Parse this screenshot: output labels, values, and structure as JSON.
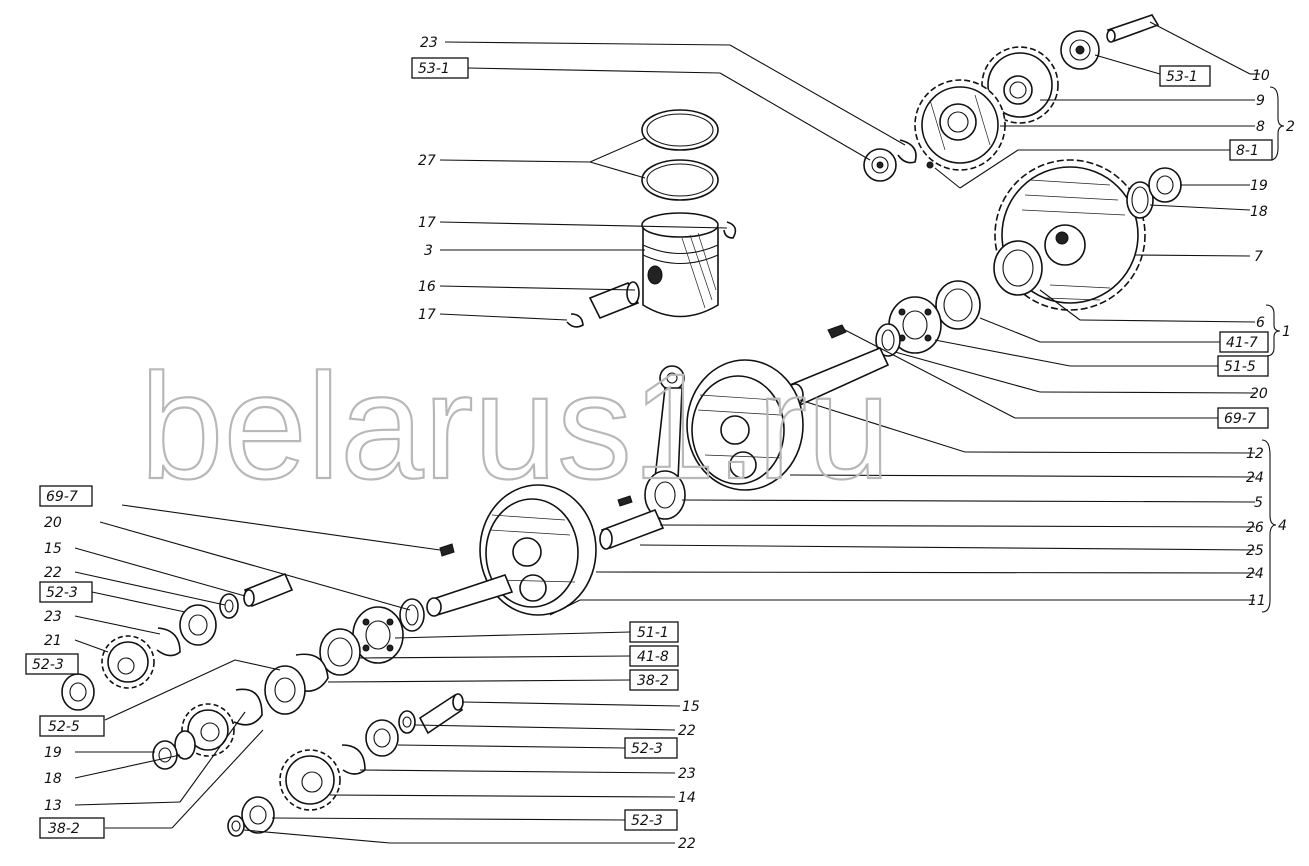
{
  "watermark": "belarus1.ru",
  "labels": {
    "l23a": "23",
    "b53_1a": "53-1",
    "b53_1b": "53-1",
    "l10": "10",
    "l9": "9",
    "l8": "8",
    "b8_1": "8-1",
    "l2": "2",
    "l27": "27",
    "l17a": "17",
    "l3": "3",
    "l16": "16",
    "l17b": "17",
    "l19a": "19",
    "l18a": "18",
    "l7": "7",
    "l6": "6",
    "b41_7": "41-7",
    "l1": "1",
    "b51_5": "51-5",
    "l20a": "20",
    "b69_7a": "69-7",
    "l12": "12",
    "l24a": "24",
    "l5": "5",
    "l26": "26",
    "l4": "4",
    "l25": "25",
    "l24b": "24",
    "l11": "11",
    "b69_7b": "69-7",
    "l20b": "20",
    "l15a": "15",
    "l22a": "22",
    "b52_3a": "52-3",
    "l23b": "23",
    "l21": "21",
    "b52_3b": "52-3",
    "b52_5": "52-5",
    "l19b": "19",
    "l18b": "18",
    "l13": "13",
    "b38_2a": "38-2",
    "b51_1": "51-1",
    "b41_8": "41-8",
    "b38_2b": "38-2",
    "l15b": "15",
    "l22b": "22",
    "b52_3c": "52-3",
    "l23c": "23",
    "l14": "14",
    "b52_3d": "52-3",
    "l22c": "22"
  }
}
